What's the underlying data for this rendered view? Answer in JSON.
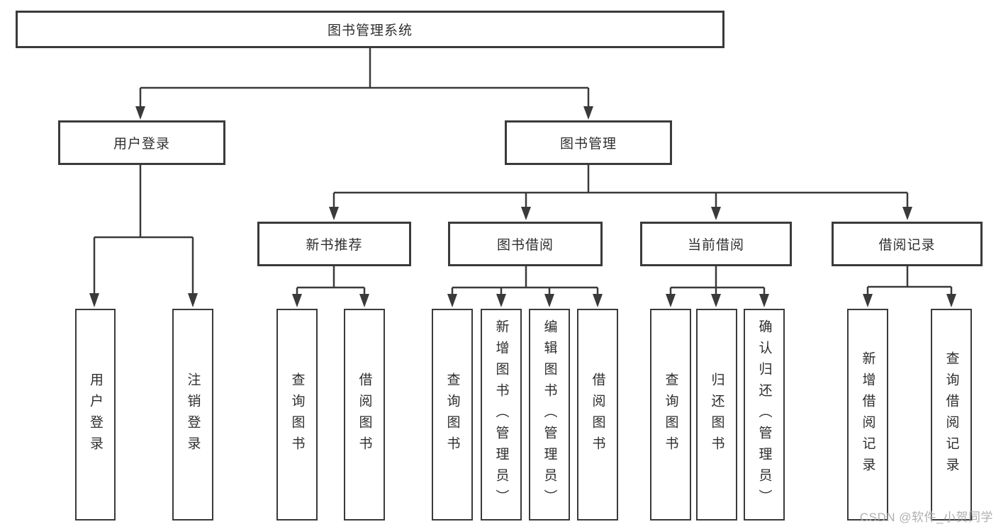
{
  "diagram": {
    "root": {
      "label": "图书管理系统"
    },
    "branches": [
      {
        "label": "用户登录",
        "children": [
          {
            "label": "用户登录"
          },
          {
            "label": "注销登录"
          }
        ]
      },
      {
        "label": "图书管理",
        "children": [
          {
            "label": "新书推荐",
            "children": [
              {
                "label": "查询图书"
              },
              {
                "label": "借阅图书"
              }
            ]
          },
          {
            "label": "图书借阅",
            "children": [
              {
                "label": "查询图书"
              },
              {
                "label": "新增图书（管理员）"
              },
              {
                "label": "编辑图书（管理员）"
              },
              {
                "label": "借阅图书"
              }
            ]
          },
          {
            "label": "当前借阅",
            "children": [
              {
                "label": "查询图书"
              },
              {
                "label": "归还图书"
              },
              {
                "label": "确认归还（管理员）"
              }
            ]
          },
          {
            "label": "借阅记录",
            "children": [
              {
                "label": "新增借阅记录"
              },
              {
                "label": "查询借阅记录"
              }
            ]
          }
        ]
      }
    ]
  },
  "watermark": {
    "text": "CSDN @软件_小贺同学"
  },
  "colors": {
    "line": "#3a3a3a",
    "box_border": "#3a3a3a",
    "text": "#2e2e2e",
    "watermark": "#a8a8a8",
    "background": "#ffffff"
  }
}
